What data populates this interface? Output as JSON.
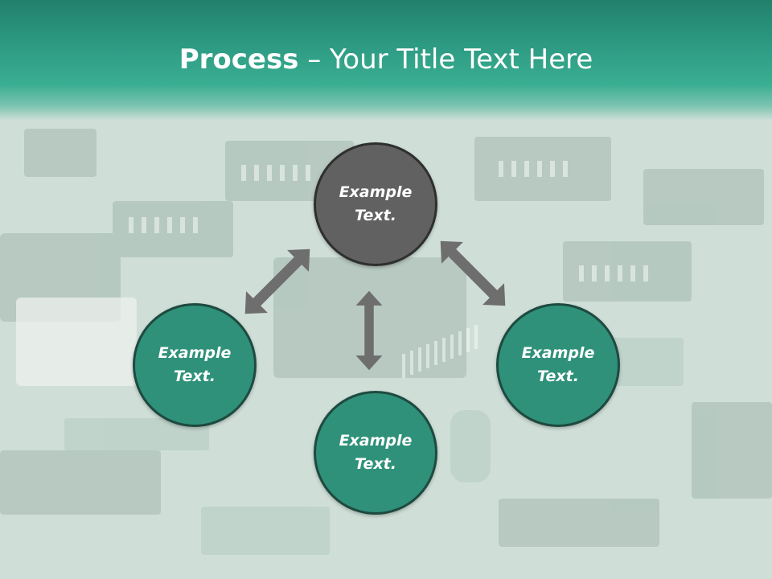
{
  "title": {
    "bold": "Process",
    "rest": " – Your Title Text Here"
  },
  "nodes": {
    "top": {
      "line1": "Example",
      "line2": "Text."
    },
    "left": {
      "line1": "Example",
      "line2": "Text."
    },
    "right": {
      "line1": "Example",
      "line2": "Text."
    },
    "bottom": {
      "line1": "Example",
      "line2": "Text."
    }
  },
  "colors": {
    "header": "#2e9c84",
    "node_teal": "#2f9179",
    "node_gray": "#616161",
    "arrow": "#6e6e6e"
  }
}
